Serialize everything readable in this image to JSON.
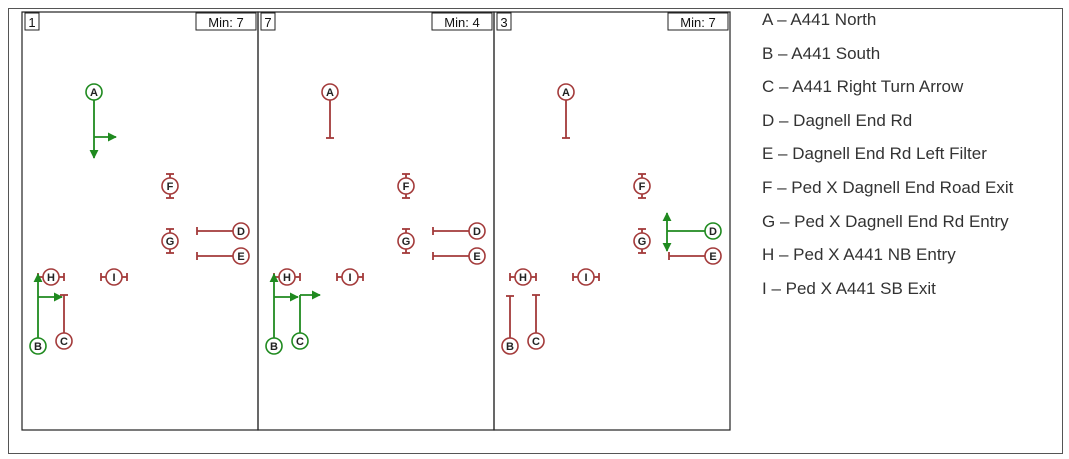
{
  "colors": {
    "green": "#1f8a1f",
    "red": "#a33a3a",
    "border": "#222222"
  },
  "stages": [
    {
      "number": "1",
      "min_label": "Min: 7",
      "phases": {
        "A": {
          "state": "green",
          "arrows": [
            "down",
            "right"
          ]
        },
        "B": {
          "state": "green",
          "arrows": [
            "up",
            "right"
          ]
        },
        "C": {
          "state": "red"
        },
        "D": {
          "state": "red"
        },
        "E": {
          "state": "red"
        },
        "F": {
          "state": "red"
        },
        "G": {
          "state": "red"
        },
        "H": {
          "state": "red"
        },
        "I": {
          "state": "red"
        }
      }
    },
    {
      "number": "7",
      "min_label": "Min: 4",
      "phases": {
        "A": {
          "state": "red"
        },
        "B": {
          "state": "green",
          "arrows": [
            "up",
            "right"
          ]
        },
        "C": {
          "state": "green",
          "arrows": [
            "up",
            "right"
          ]
        },
        "D": {
          "state": "red"
        },
        "E": {
          "state": "red"
        },
        "F": {
          "state": "red"
        },
        "G": {
          "state": "red"
        },
        "H": {
          "state": "red"
        },
        "I": {
          "state": "red"
        }
      }
    },
    {
      "number": "3",
      "min_label": "Min: 7",
      "phases": {
        "A": {
          "state": "red"
        },
        "B": {
          "state": "red"
        },
        "C": {
          "state": "red"
        },
        "D": {
          "state": "green",
          "arrows": [
            "left",
            "up",
            "down"
          ]
        },
        "E": {
          "state": "red"
        },
        "F": {
          "state": "red"
        },
        "G": {
          "state": "red"
        },
        "H": {
          "state": "red"
        },
        "I": {
          "state": "red"
        }
      }
    }
  ],
  "legend": [
    "A – A441 North",
    "B – A441 South",
    "C – A441 Right Turn Arrow",
    "D – Dagnell End Rd",
    "E – Dagnell End Rd Left Filter",
    "F – Ped X Dagnell End Road Exit",
    "G – Ped X Dagnell End Rd Entry",
    "H – Ped X A441 NB Entry",
    "I – Ped X A441 SB Exit"
  ]
}
